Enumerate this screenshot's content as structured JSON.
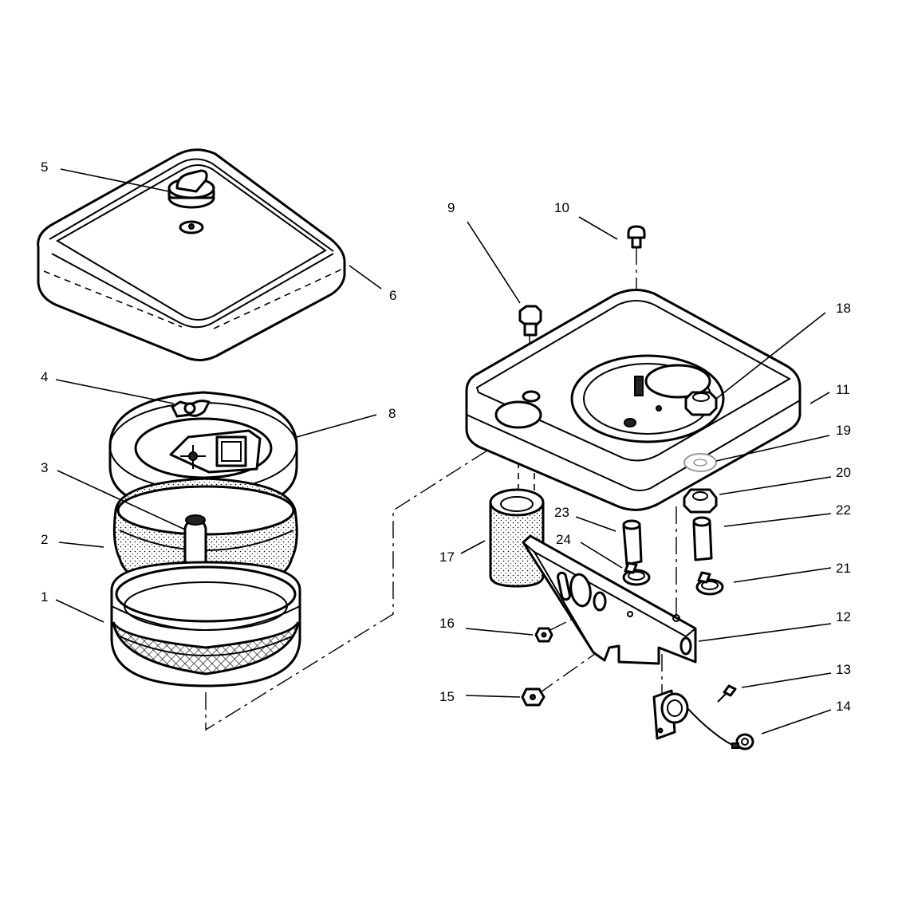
{
  "callouts": {
    "c1": "1",
    "c2": "2",
    "c3": "3",
    "c4": "4",
    "c5": "5",
    "c6": "6",
    "c8": "8",
    "c9": "9",
    "c10": "10",
    "c11": "11",
    "c12": "12",
    "c13": "13",
    "c14": "14",
    "c15": "15",
    "c16": "16",
    "c17": "17",
    "c18": "18",
    "c19": "19",
    "c20": "20",
    "c21": "21",
    "c22": "22",
    "c23": "23",
    "c24": "24"
  }
}
